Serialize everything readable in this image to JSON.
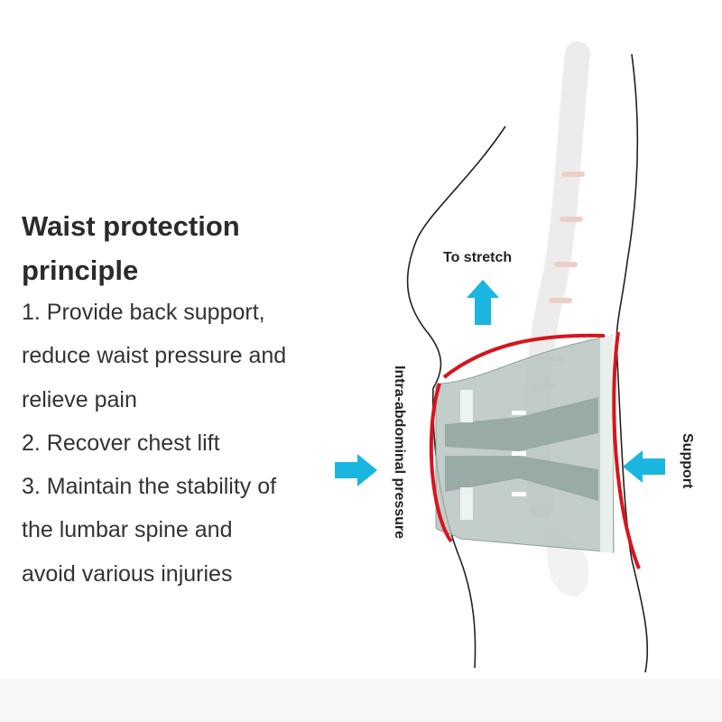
{
  "heading": {
    "line1": "Waist protection",
    "line2": "principle"
  },
  "lines": [
    "1. Provide back support,",
    "reduce waist pressure and",
    "relieve pain",
    "2. Recover chest lift",
    "3. Maintain the stability of",
    "the lumbar spine and",
    "avoid various injuries"
  ],
  "labels": {
    "stretch": "To stretch",
    "intra": "Intra-abdominal pressure",
    "support": "Support"
  },
  "colors": {
    "arrow": "#1ab6e0",
    "red_line": "#d8141c",
    "brace": "#a9b9b4"
  }
}
